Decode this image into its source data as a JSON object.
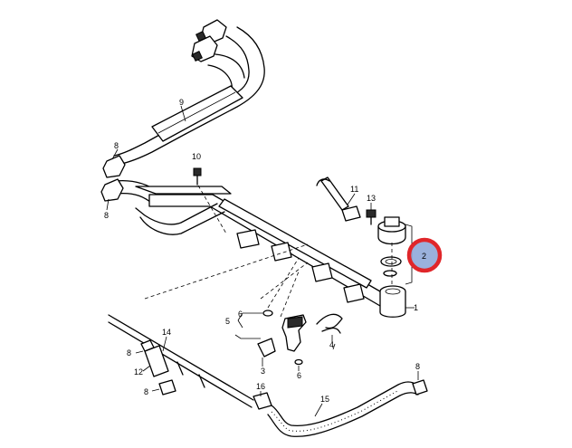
{
  "diagram": {
    "callouts": [
      {
        "id": "l9",
        "text": "9"
      },
      {
        "id": "l8a",
        "text": "8"
      },
      {
        "id": "l8b",
        "text": "8"
      },
      {
        "id": "l10",
        "text": "10"
      },
      {
        "id": "l11",
        "text": "11"
      },
      {
        "id": "l13",
        "text": "13"
      },
      {
        "id": "l2",
        "text": "2"
      },
      {
        "id": "l1",
        "text": "1"
      },
      {
        "id": "l6a",
        "text": "6"
      },
      {
        "id": "l5",
        "text": "5"
      },
      {
        "id": "l3",
        "text": "3"
      },
      {
        "id": "l6b",
        "text": "6"
      },
      {
        "id": "l4",
        "text": "4"
      },
      {
        "id": "l14",
        "text": "14"
      },
      {
        "id": "l8c",
        "text": "8"
      },
      {
        "id": "l12",
        "text": "12"
      },
      {
        "id": "l8d",
        "text": "8"
      },
      {
        "id": "l16",
        "text": "16"
      },
      {
        "id": "l15",
        "text": "15"
      },
      {
        "id": "l8e",
        "text": "8"
      }
    ],
    "highlight_color": "#e0262a",
    "highlight_fill": "#8fa9d8"
  }
}
